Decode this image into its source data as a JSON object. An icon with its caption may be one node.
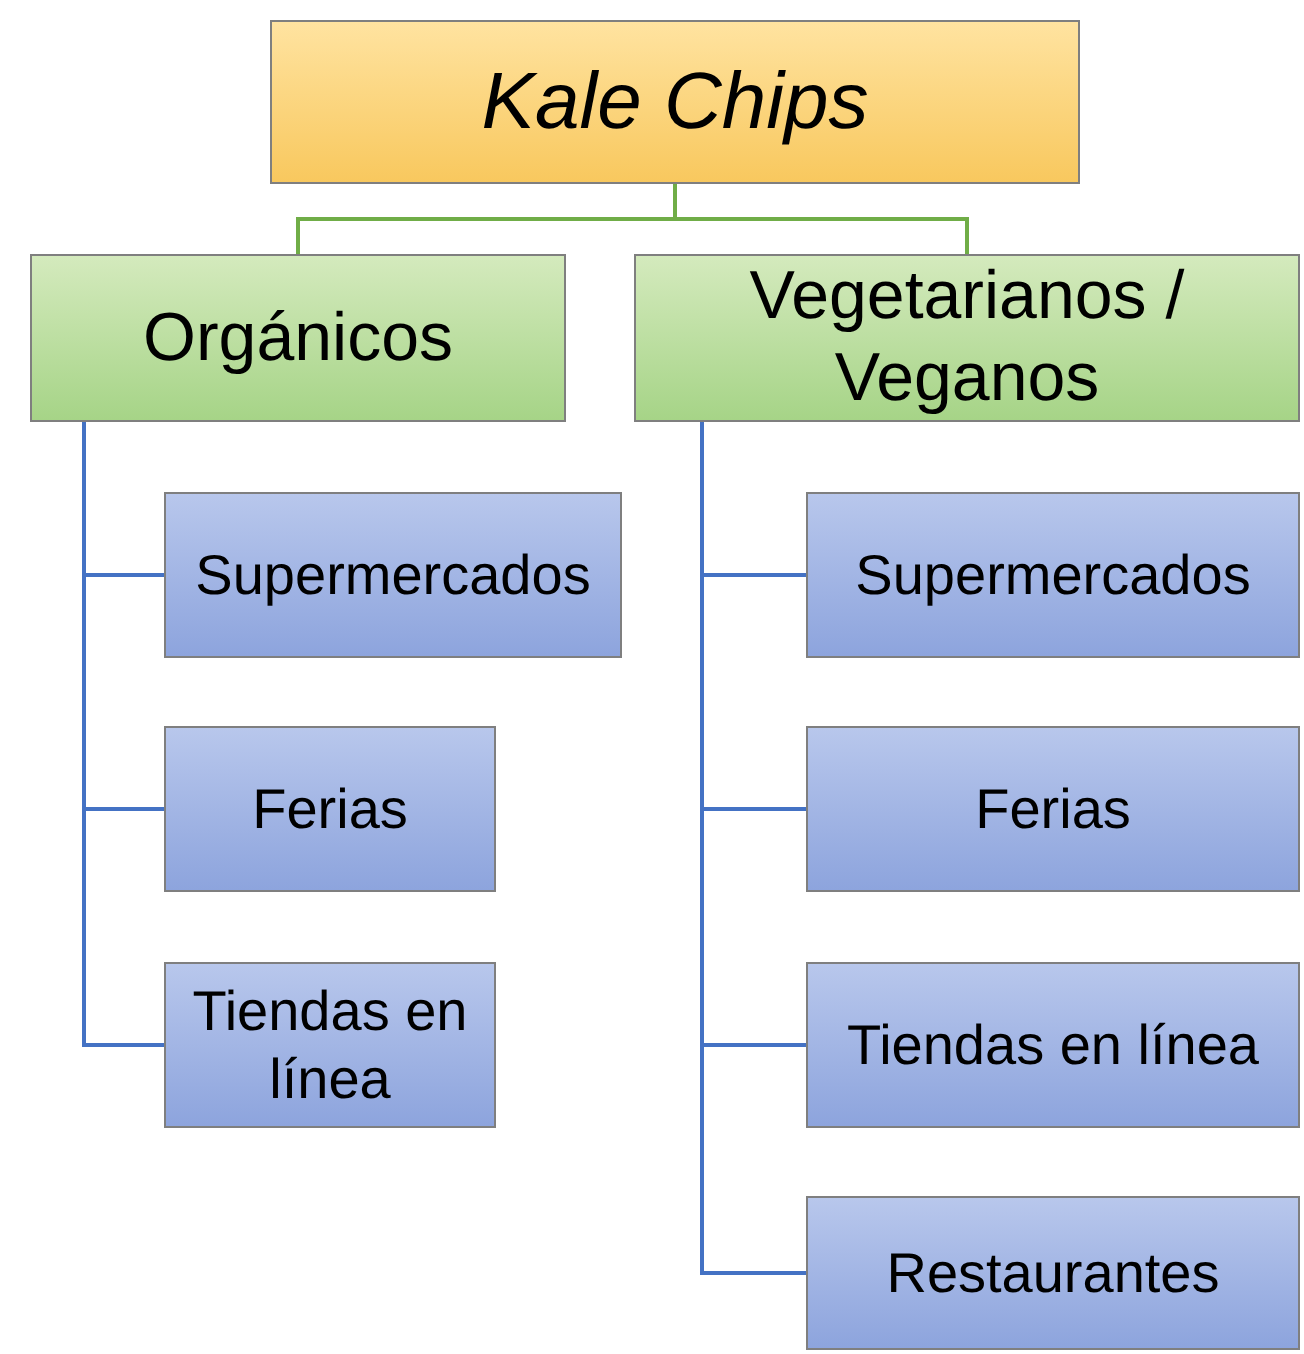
{
  "diagram": {
    "nodes": [
      {
        "text": [
          "Kale Chips"
        ]
      },
      {
        "text": [
          "Orgánicos"
        ]
      },
      {
        "text": [
          "Vegetarianos / Veganos"
        ]
      },
      {
        "text": [
          "Supermercados"
        ]
      },
      {
        "text": [
          "Ferias"
        ]
      },
      {
        "text": [
          "Tiendas en línea"
        ]
      },
      {
        "text": [
          "Supermercados"
        ]
      },
      {
        "text": [
          "Ferias"
        ]
      },
      {
        "text": [
          "Tiendas en línea"
        ]
      },
      {
        "text": [
          "Restaurantes"
        ]
      }
    ],
    "edges": [
      {
        "from": 0,
        "to": 1,
        "arrow": "none",
        "color": "#70ad47"
      },
      {
        "from": 0,
        "to": 2,
        "arrow": "none",
        "color": "#70ad47"
      },
      {
        "from": 1,
        "to": 3,
        "arrow": "none"
      },
      {
        "from": 1,
        "to": 4,
        "arrow": "none"
      },
      {
        "from": 1,
        "to": 5,
        "arrow": "none"
      },
      {
        "from": 2,
        "to": 6,
        "arrow": "none"
      },
      {
        "from": 2,
        "to": 7,
        "arrow": "none"
      },
      {
        "from": 2,
        "to": 8,
        "arrow": "none"
      },
      {
        "from": 2,
        "to": 9,
        "arrow": "none"
      }
    ]
  }
}
